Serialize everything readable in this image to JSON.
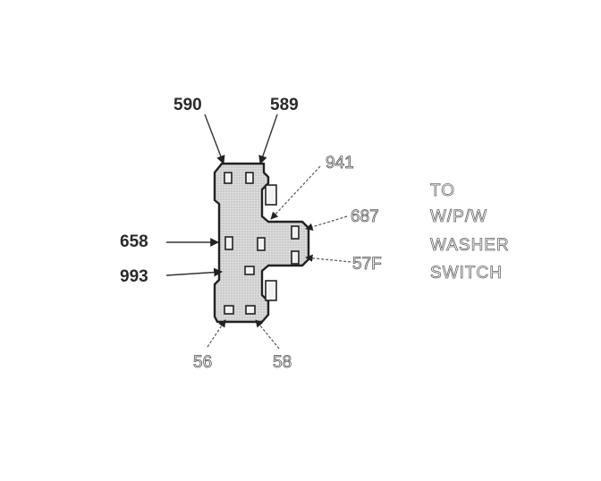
{
  "labels": {
    "top_left": "590",
    "top_right": "589",
    "upper_right": "941",
    "mid_right_top": "687",
    "left_upper": "658",
    "left_lower": "993",
    "mid_right_bottom": "57F",
    "bottom_left": "56",
    "bottom_right": "58"
  },
  "note": {
    "line1": "TO",
    "line2": "W/P/W",
    "line3": "WASHER",
    "line4": "SWITCH"
  },
  "colors": {
    "connector_fill": "#d9d9d9",
    "outline": "#222222"
  }
}
